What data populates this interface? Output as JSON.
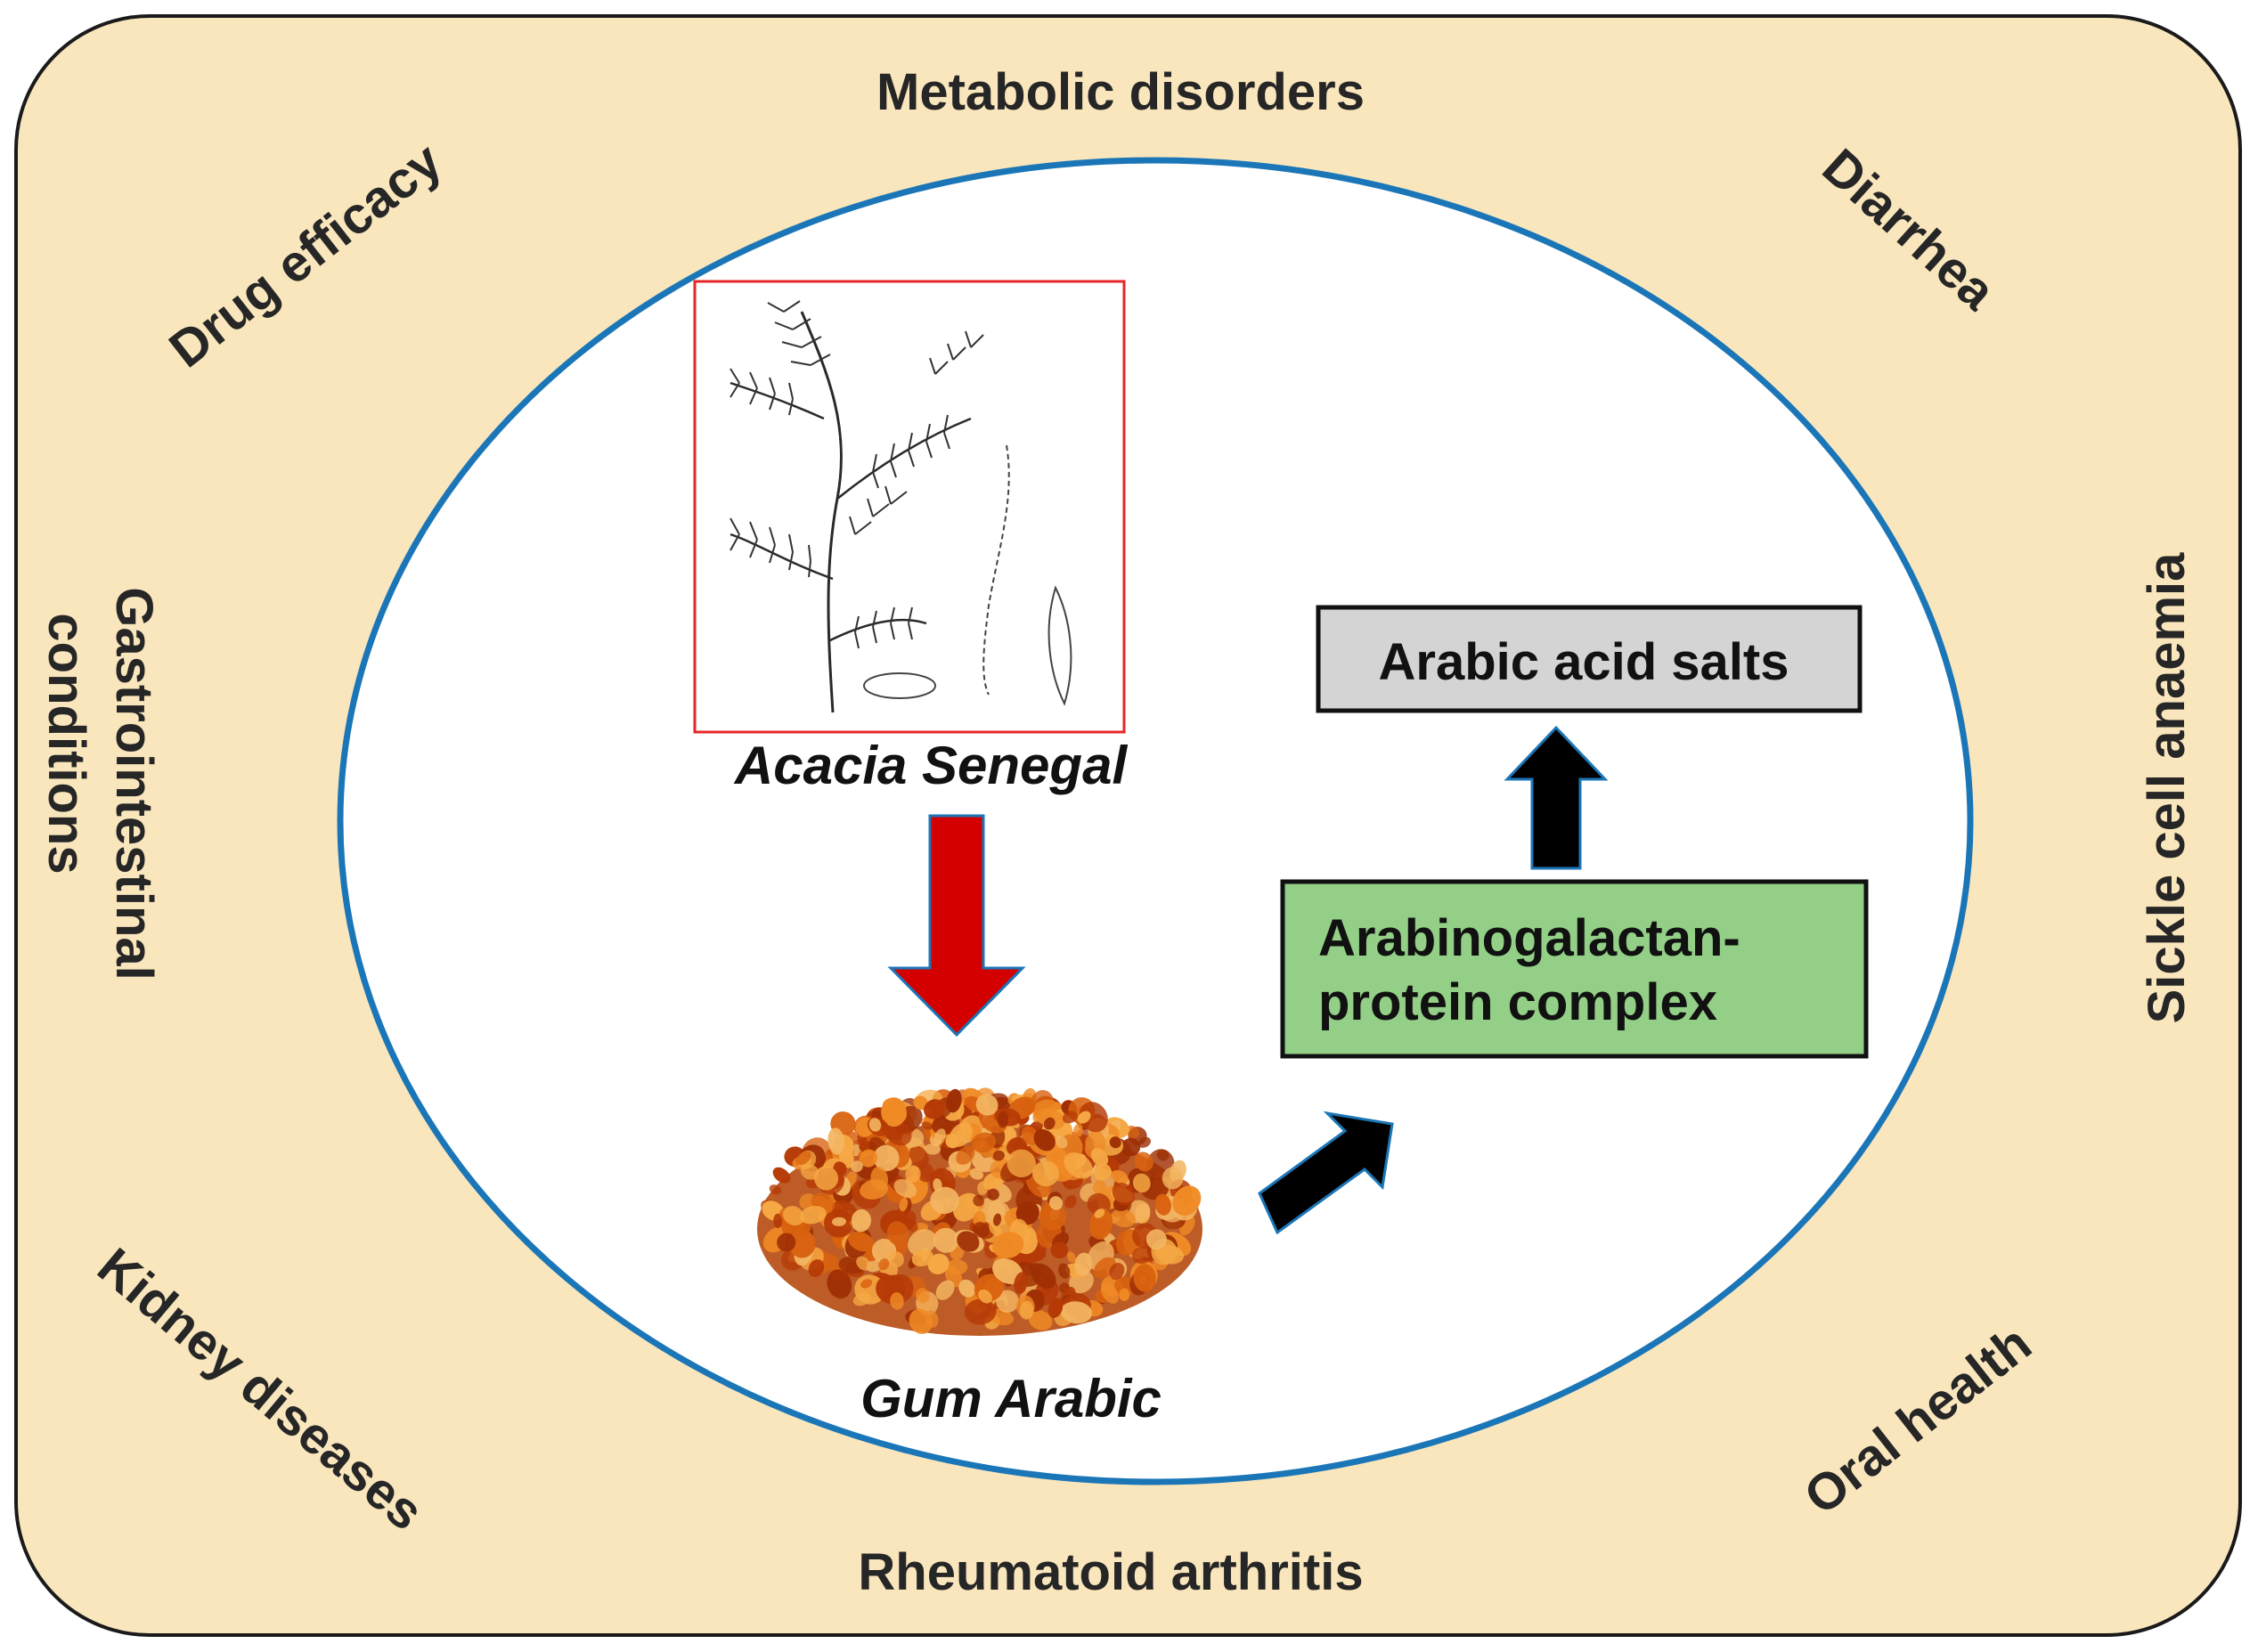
{
  "outer_conditions": {
    "top": "Metabolic disorders",
    "top_left": "Drug efficacy",
    "top_right": "Diarrhea",
    "left_line1": "Gastrointestinal",
    "left_line2": "conditions",
    "right": "Sickle cell anaemia",
    "bottom_left": "Kidney diseases",
    "bottom": "Rheumatoid arthritis",
    "bottom_right": "Oral health"
  },
  "center": {
    "plant_label": "Acacia Senegal",
    "gum_label": "Gum Arabic",
    "complex_line1": "Arabinogalactan-",
    "complex_line2": "protein complex",
    "salts_label": "Arabic acid salts"
  },
  "colors": {
    "outer_fill": "#f9e6bd",
    "ellipse_stroke": "#1b76b8",
    "plant_frame": "#e8262a",
    "red_arrow": "#d40000",
    "complex_fill": "#93cf86",
    "salts_fill": "#d4d4d4",
    "arrow_black": "#000000",
    "arrow_outline": "#1b76b8",
    "gum_colors": [
      "#b63a06",
      "#d9620f",
      "#ef8a25",
      "#f6a944",
      "#9e2f04",
      "#f3b562"
    ]
  },
  "icons": {
    "plant": "acacia-plant-sketch",
    "gum": "gum-arabic-resin-pile"
  }
}
